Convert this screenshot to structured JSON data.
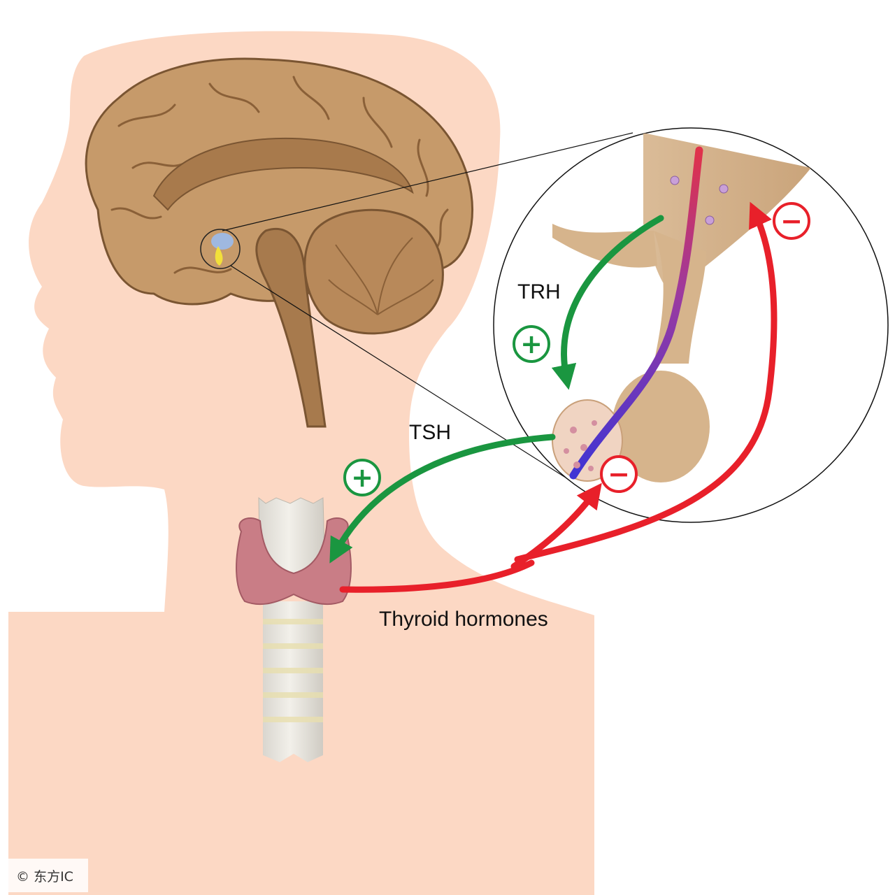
{
  "labels": {
    "trh": "TRH",
    "tsh": "TSH",
    "thyroid_hormones": "Thyroid hormones"
  },
  "signs": {
    "plus": "+",
    "minus": "−"
  },
  "watermark": "© 东方IC",
  "colors": {
    "skin": "#fcd8c4",
    "brain": "#c69a6a",
    "brain_dark": "#9d6f44",
    "stimulate": "#1a9640",
    "inhibit": "#e8202a",
    "thyroid": "#c97d86",
    "trachea": "#e6e3dc"
  }
}
